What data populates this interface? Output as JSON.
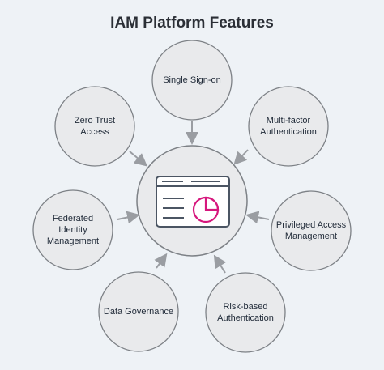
{
  "title": "IAM Platform Features",
  "nodes": {
    "sso": "Single Sign-on",
    "mfa": "Multi-factor\nAuthentication",
    "pam": "Privileged Access\nManagement",
    "rba": "Risk-based\nAuthentication",
    "dg": "Data Governance",
    "fim": "Federated\nIdentity\nManagement",
    "zt": "Zero Trust\nAccess"
  },
  "colors": {
    "accent": "#d6177d",
    "line": "#7d8186",
    "fill": "#e9eaec"
  },
  "hub_icon": "browser-window-pie-chart-icon"
}
